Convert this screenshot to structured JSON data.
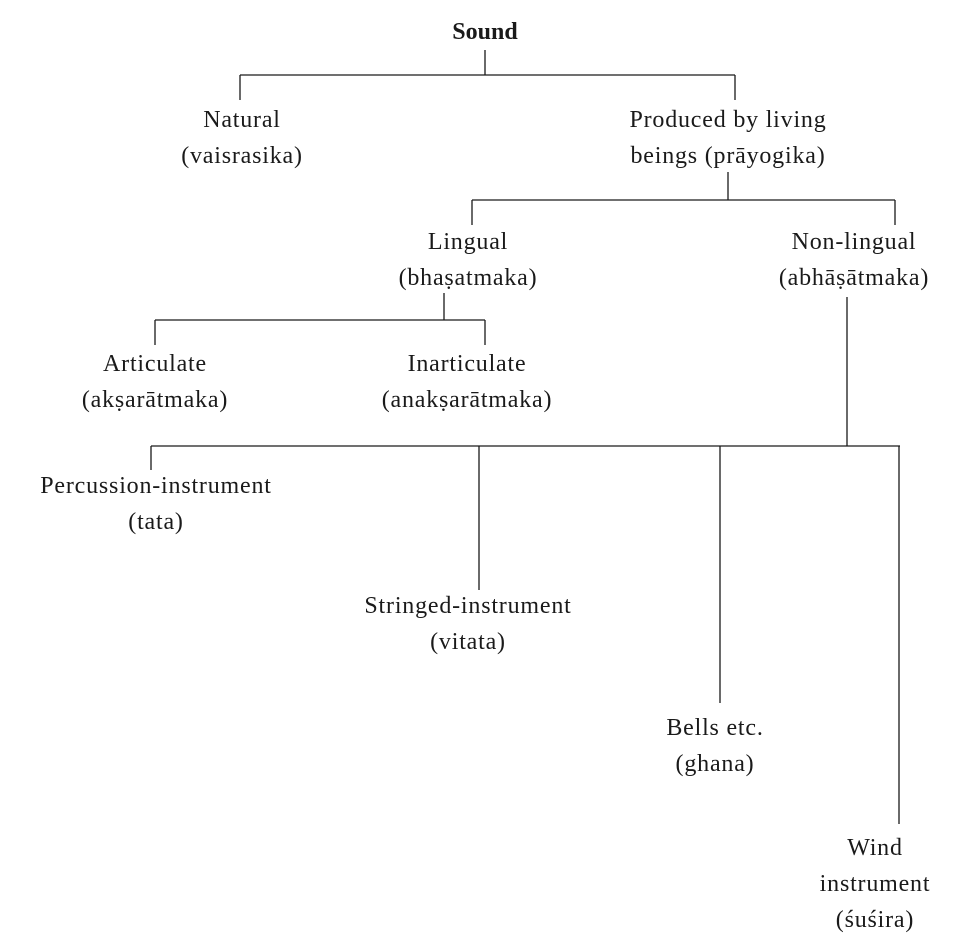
{
  "diagram": {
    "root": {
      "label": "Sound"
    },
    "nodes": {
      "natural": {
        "line1": "Natural",
        "line2": "(vaisrasika)"
      },
      "produced": {
        "line1": "Produced by living",
        "line2": "beings (prāyogika)"
      },
      "lingual": {
        "line1": "Lingual",
        "line2": "(bhaṣatmaka)"
      },
      "non_lingual": {
        "line1": "Non-lingual",
        "line2": "(abhāṣātmaka)"
      },
      "articulate": {
        "line1": "Articulate",
        "line2": "(akṣarātmaka)"
      },
      "inarticulate": {
        "line1": "Inarticulate",
        "line2": "(anakṣarātmaka)"
      },
      "percussion": {
        "line1": "Percussion-instrument",
        "line2": "(tata)"
      },
      "stringed": {
        "line1": "Stringed-instrument",
        "line2": "(vitata)"
      },
      "bells": {
        "line1": "Bells etc.",
        "line2": "(ghana)"
      },
      "wind": {
        "line1": "Wind",
        "line2": "instrument",
        "line3": "(śuśira)"
      }
    },
    "colors": {
      "line": "#1a1a1a",
      "text": "#1a1a1a",
      "background": "#ffffff"
    }
  }
}
